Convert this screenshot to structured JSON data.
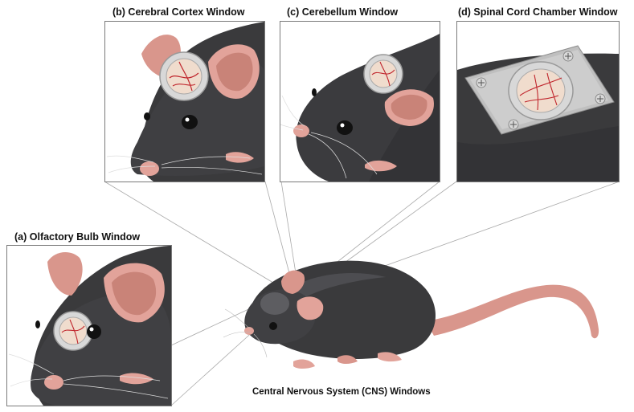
{
  "panels": {
    "a": {
      "label": "(a) Olfactory Bulb Window"
    },
    "b": {
      "label": "(b) Cerebral Cortex Window"
    },
    "c": {
      "label": "(c) Cerebellum Window"
    },
    "d": {
      "label": "(d) Spinal Cord Chamber Window"
    }
  },
  "caption": "Central Nervous System (CNS) Windows",
  "colors": {
    "fur": "#3a3a3c",
    "fur_highlight": "#55565a",
    "skin": "#e2a39a",
    "ear_inner": "#d9968c",
    "window_ring": "#c8c8c8",
    "tissue": "#f0dccd",
    "vessel": "#c0262d",
    "plate": "#b9b9b9",
    "line": "#9a9a9a"
  }
}
